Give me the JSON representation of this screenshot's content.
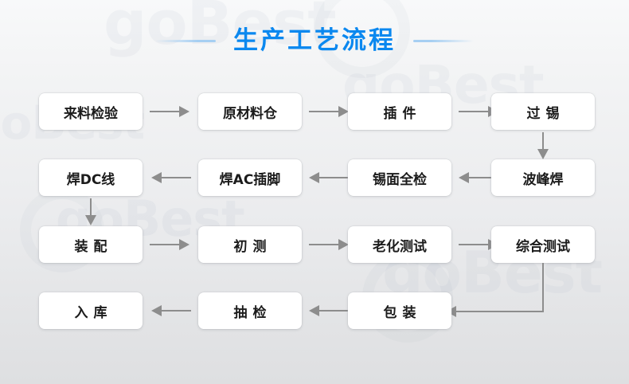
{
  "title": {
    "text": "生产工艺流程",
    "color": "#0b88ef",
    "rule_color": "#a6cff2"
  },
  "watermark": {
    "text_a": "goBest",
    "text_b": "goBest",
    "text_c": "goBest",
    "text_d": "goBest",
    "text_e": "goBest"
  },
  "flow": {
    "arrow_color": "#8d8d8d",
    "box_bg": "#ffffff",
    "box_text_color": "#1b1b1b",
    "rows": [
      {
        "direction": "right",
        "steps": [
          {
            "label": "来料检验",
            "spaced": false
          },
          {
            "label": "原材料仓",
            "spaced": false
          },
          {
            "label": "插件",
            "spaced": true
          },
          {
            "label": "过锡",
            "spaced": true
          }
        ]
      },
      {
        "direction": "left",
        "steps": [
          {
            "label": "焊DC线",
            "spaced": false
          },
          {
            "label": "焊AC插脚",
            "spaced": false
          },
          {
            "label": "锡面全检",
            "spaced": false
          },
          {
            "label": "波峰焊",
            "spaced": false
          }
        ]
      },
      {
        "direction": "right",
        "steps": [
          {
            "label": "装配",
            "spaced": true
          },
          {
            "label": "初测",
            "spaced": true
          },
          {
            "label": "老化测试",
            "spaced": false
          },
          {
            "label": "综合测试",
            "spaced": false
          }
        ]
      },
      {
        "direction": "left",
        "steps": [
          {
            "label": "入库",
            "spaced": true
          },
          {
            "label": "抽检",
            "spaced": true
          },
          {
            "label": "包装",
            "spaced": true
          }
        ]
      }
    ],
    "connectors": [
      {
        "name": "over-tin-to-wave-solder",
        "type": "vertical-down"
      },
      {
        "name": "dc-wire-to-assembly",
        "type": "vertical-down"
      },
      {
        "name": "final-test-to-packing",
        "type": "elbow-down-left"
      }
    ]
  }
}
